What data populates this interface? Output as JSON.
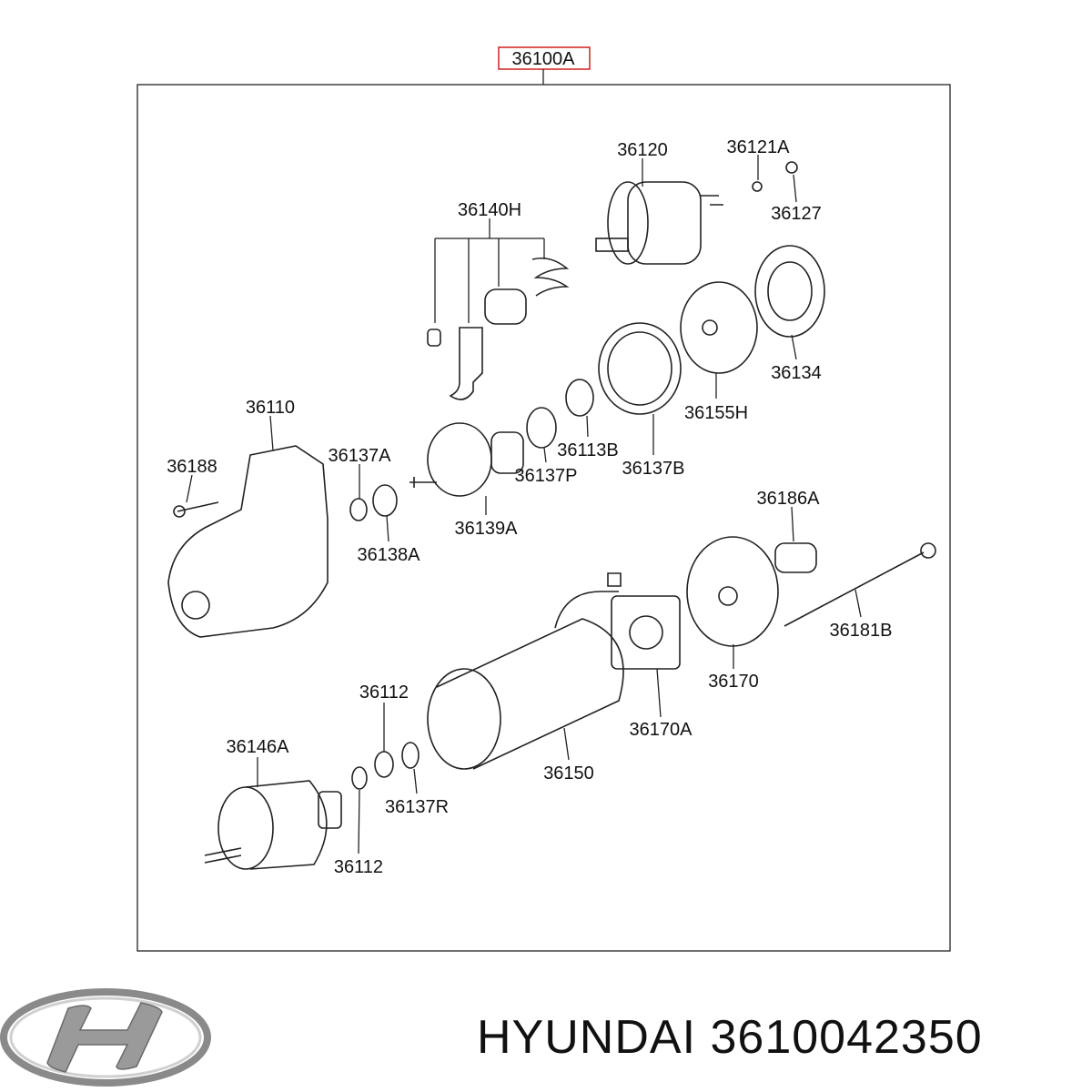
{
  "assembly_label": "36100A",
  "assembly_label_color": "#d02020",
  "parts": [
    "36120",
    "36121A",
    "36127",
    "36140H",
    "36134",
    "36155H",
    "36110",
    "36113B",
    "36137A",
    "36188",
    "36137P",
    "36137B",
    "36139A",
    "36138A",
    "36186A",
    "36181B",
    "36170",
    "36112",
    "36170A",
    "36146A",
    "36150",
    "36137R",
    "36112"
  ],
  "brand": {
    "name": "HYUNDAI",
    "part_number": "3610042350",
    "logo": "hyundai-logo"
  }
}
